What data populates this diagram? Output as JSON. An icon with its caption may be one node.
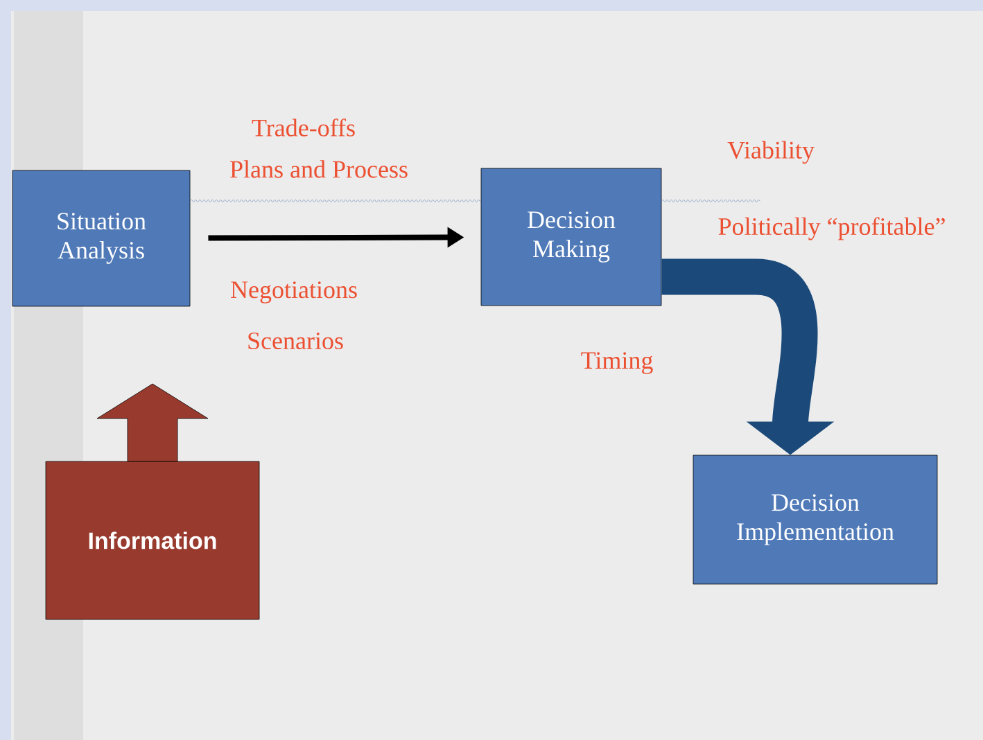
{
  "diagram": {
    "nodes": [
      {
        "text": [
          "Situation Analysis"
        ]
      },
      {
        "text": [
          "Decision Making"
        ]
      },
      {
        "text": [
          "Information"
        ]
      },
      {
        "text": [
          "Decision Implementation"
        ]
      }
    ],
    "edges": [
      {
        "from": 0,
        "to": 1,
        "arrow": "to",
        "style": "thick",
        "color": "#000000"
      },
      {
        "from": 0,
        "to": 1,
        "arrow": "none",
        "color": "#7896be"
      },
      {
        "from": 1,
        "to": null,
        "arrow": "none",
        "color": "#7896be"
      },
      {
        "from": 1,
        "to": 3,
        "arrow": "to",
        "style": "thick",
        "color": "#1b4a7a"
      }
    ],
    "labels": [
      "Trade-offs",
      "Plans and Process",
      "Viability",
      "Politically “profitable”",
      "Negotiations",
      "Scenarios",
      "Timing"
    ]
  }
}
